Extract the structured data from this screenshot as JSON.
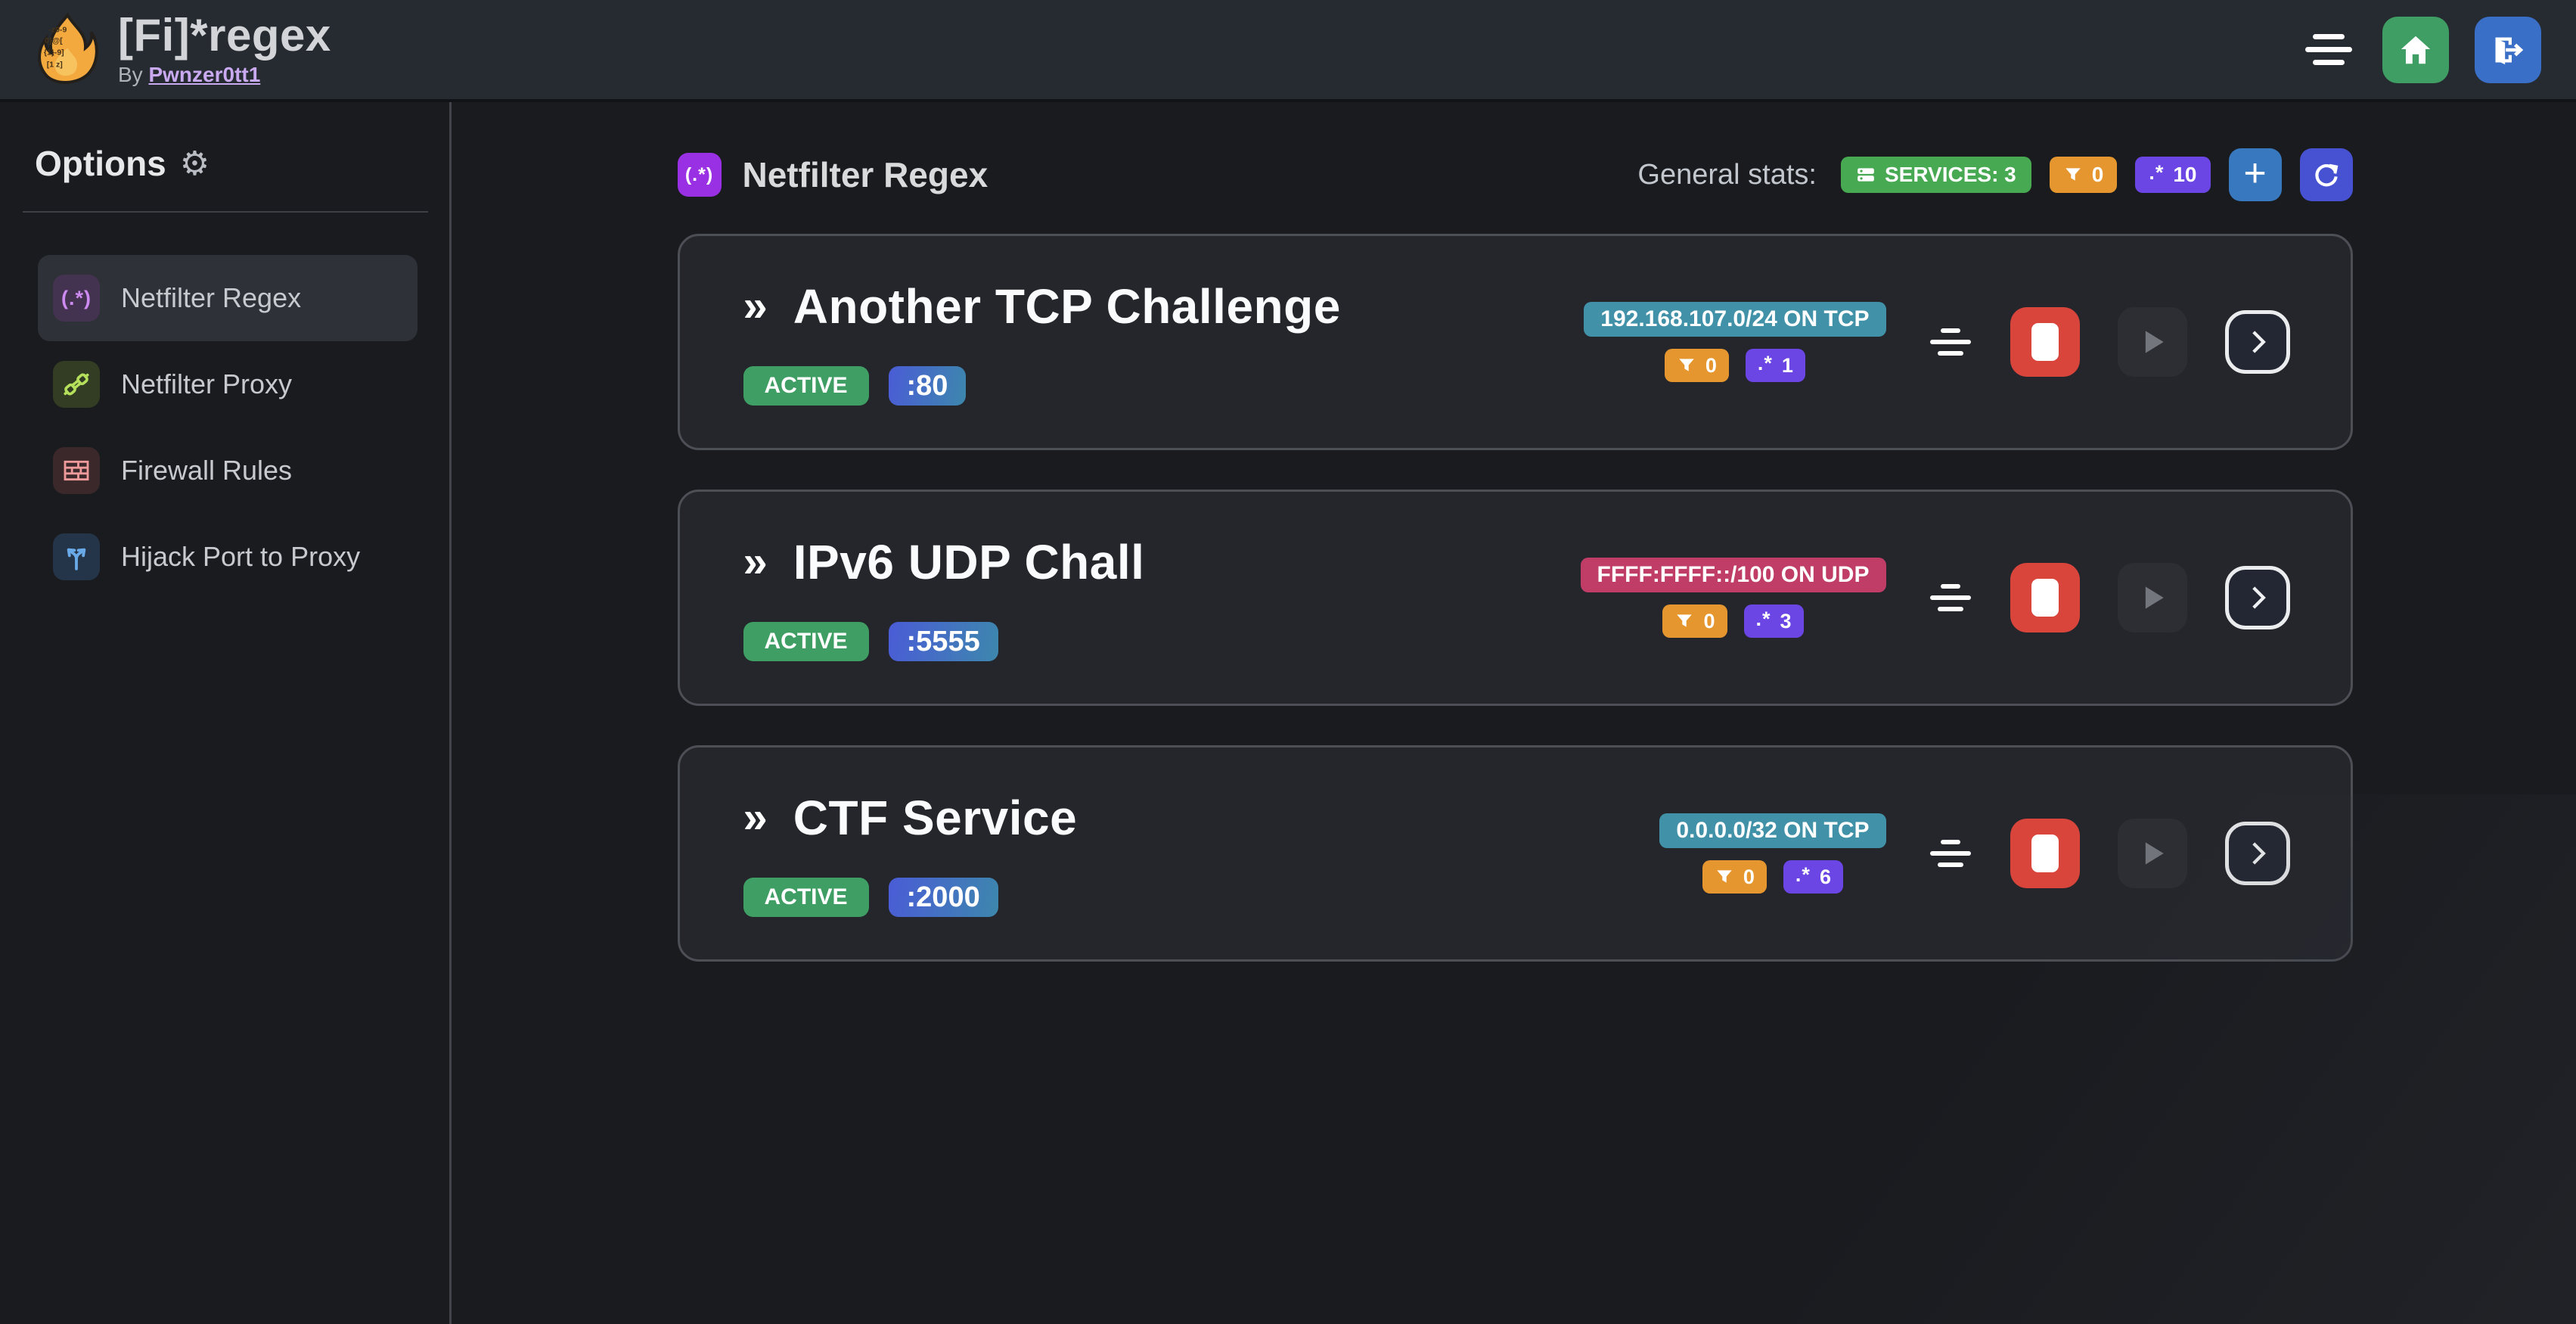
{
  "navbar": {
    "title": "[Fi]*regex",
    "byline_prefix": "By",
    "byline_link": "Pwnzer0tt1"
  },
  "sidebar": {
    "heading": "Options",
    "gear_glyph": "⚙",
    "regex_glyph": "(.*)",
    "items": [
      {
        "label": "Netfilter Regex",
        "active": true
      },
      {
        "label": "Netfilter Proxy",
        "active": false
      },
      {
        "label": "Firewall Rules",
        "active": false
      },
      {
        "label": "Hijack Port to Proxy",
        "active": false
      }
    ]
  },
  "main": {
    "section_icon_glyph": "(.*)",
    "section_title": "Netfilter Regex",
    "stats_label": "General stats:",
    "services_badge": "SERVICES: 3",
    "filters_total": "0",
    "regexes_total": "10",
    "add_button": "+"
  },
  "regex_badge_glyph": ".*",
  "services": [
    {
      "chevron": "»",
      "name": "Another TCP Challenge",
      "status": "ACTIVE",
      "port": ":80",
      "cidr": "192.168.107.0/24 ON TCP",
      "cidr_color": "#4191a8",
      "filters": "0",
      "regexes": "1"
    },
    {
      "chevron": "»",
      "name": "IPv6 UDP Chall",
      "status": "ACTIVE",
      "port": ":5555",
      "cidr": "FFFF:FFFF::/100 ON UDP",
      "cidr_color": "#bf3d67",
      "filters": "0",
      "regexes": "3"
    },
    {
      "chevron": "»",
      "name": "CTF Service",
      "status": "ACTIVE",
      "port": ":2000",
      "cidr": "0.0.0.0/32 ON TCP",
      "cidr_color": "#4191a8",
      "filters": "0",
      "regexes": "6"
    }
  ],
  "colors": {
    "navbar_bg": "#262a31",
    "page_bg": "#191b1f",
    "card_bg": "#24262c",
    "card_border": "#4c4f55",
    "green": "#3f9e63",
    "services_green": "#47a952",
    "orange": "#e6962e",
    "violet": "#6b46e5",
    "teal_badge": "#4191a8",
    "pink_badge": "#bf3d67",
    "stop_red": "#d9453a",
    "home_green": "#3f9e63",
    "logout_blue": "#3a6fc7",
    "add_blue": "#3878be",
    "refresh_blue": "#4752d2",
    "link_purple": "#c9a9ef"
  }
}
